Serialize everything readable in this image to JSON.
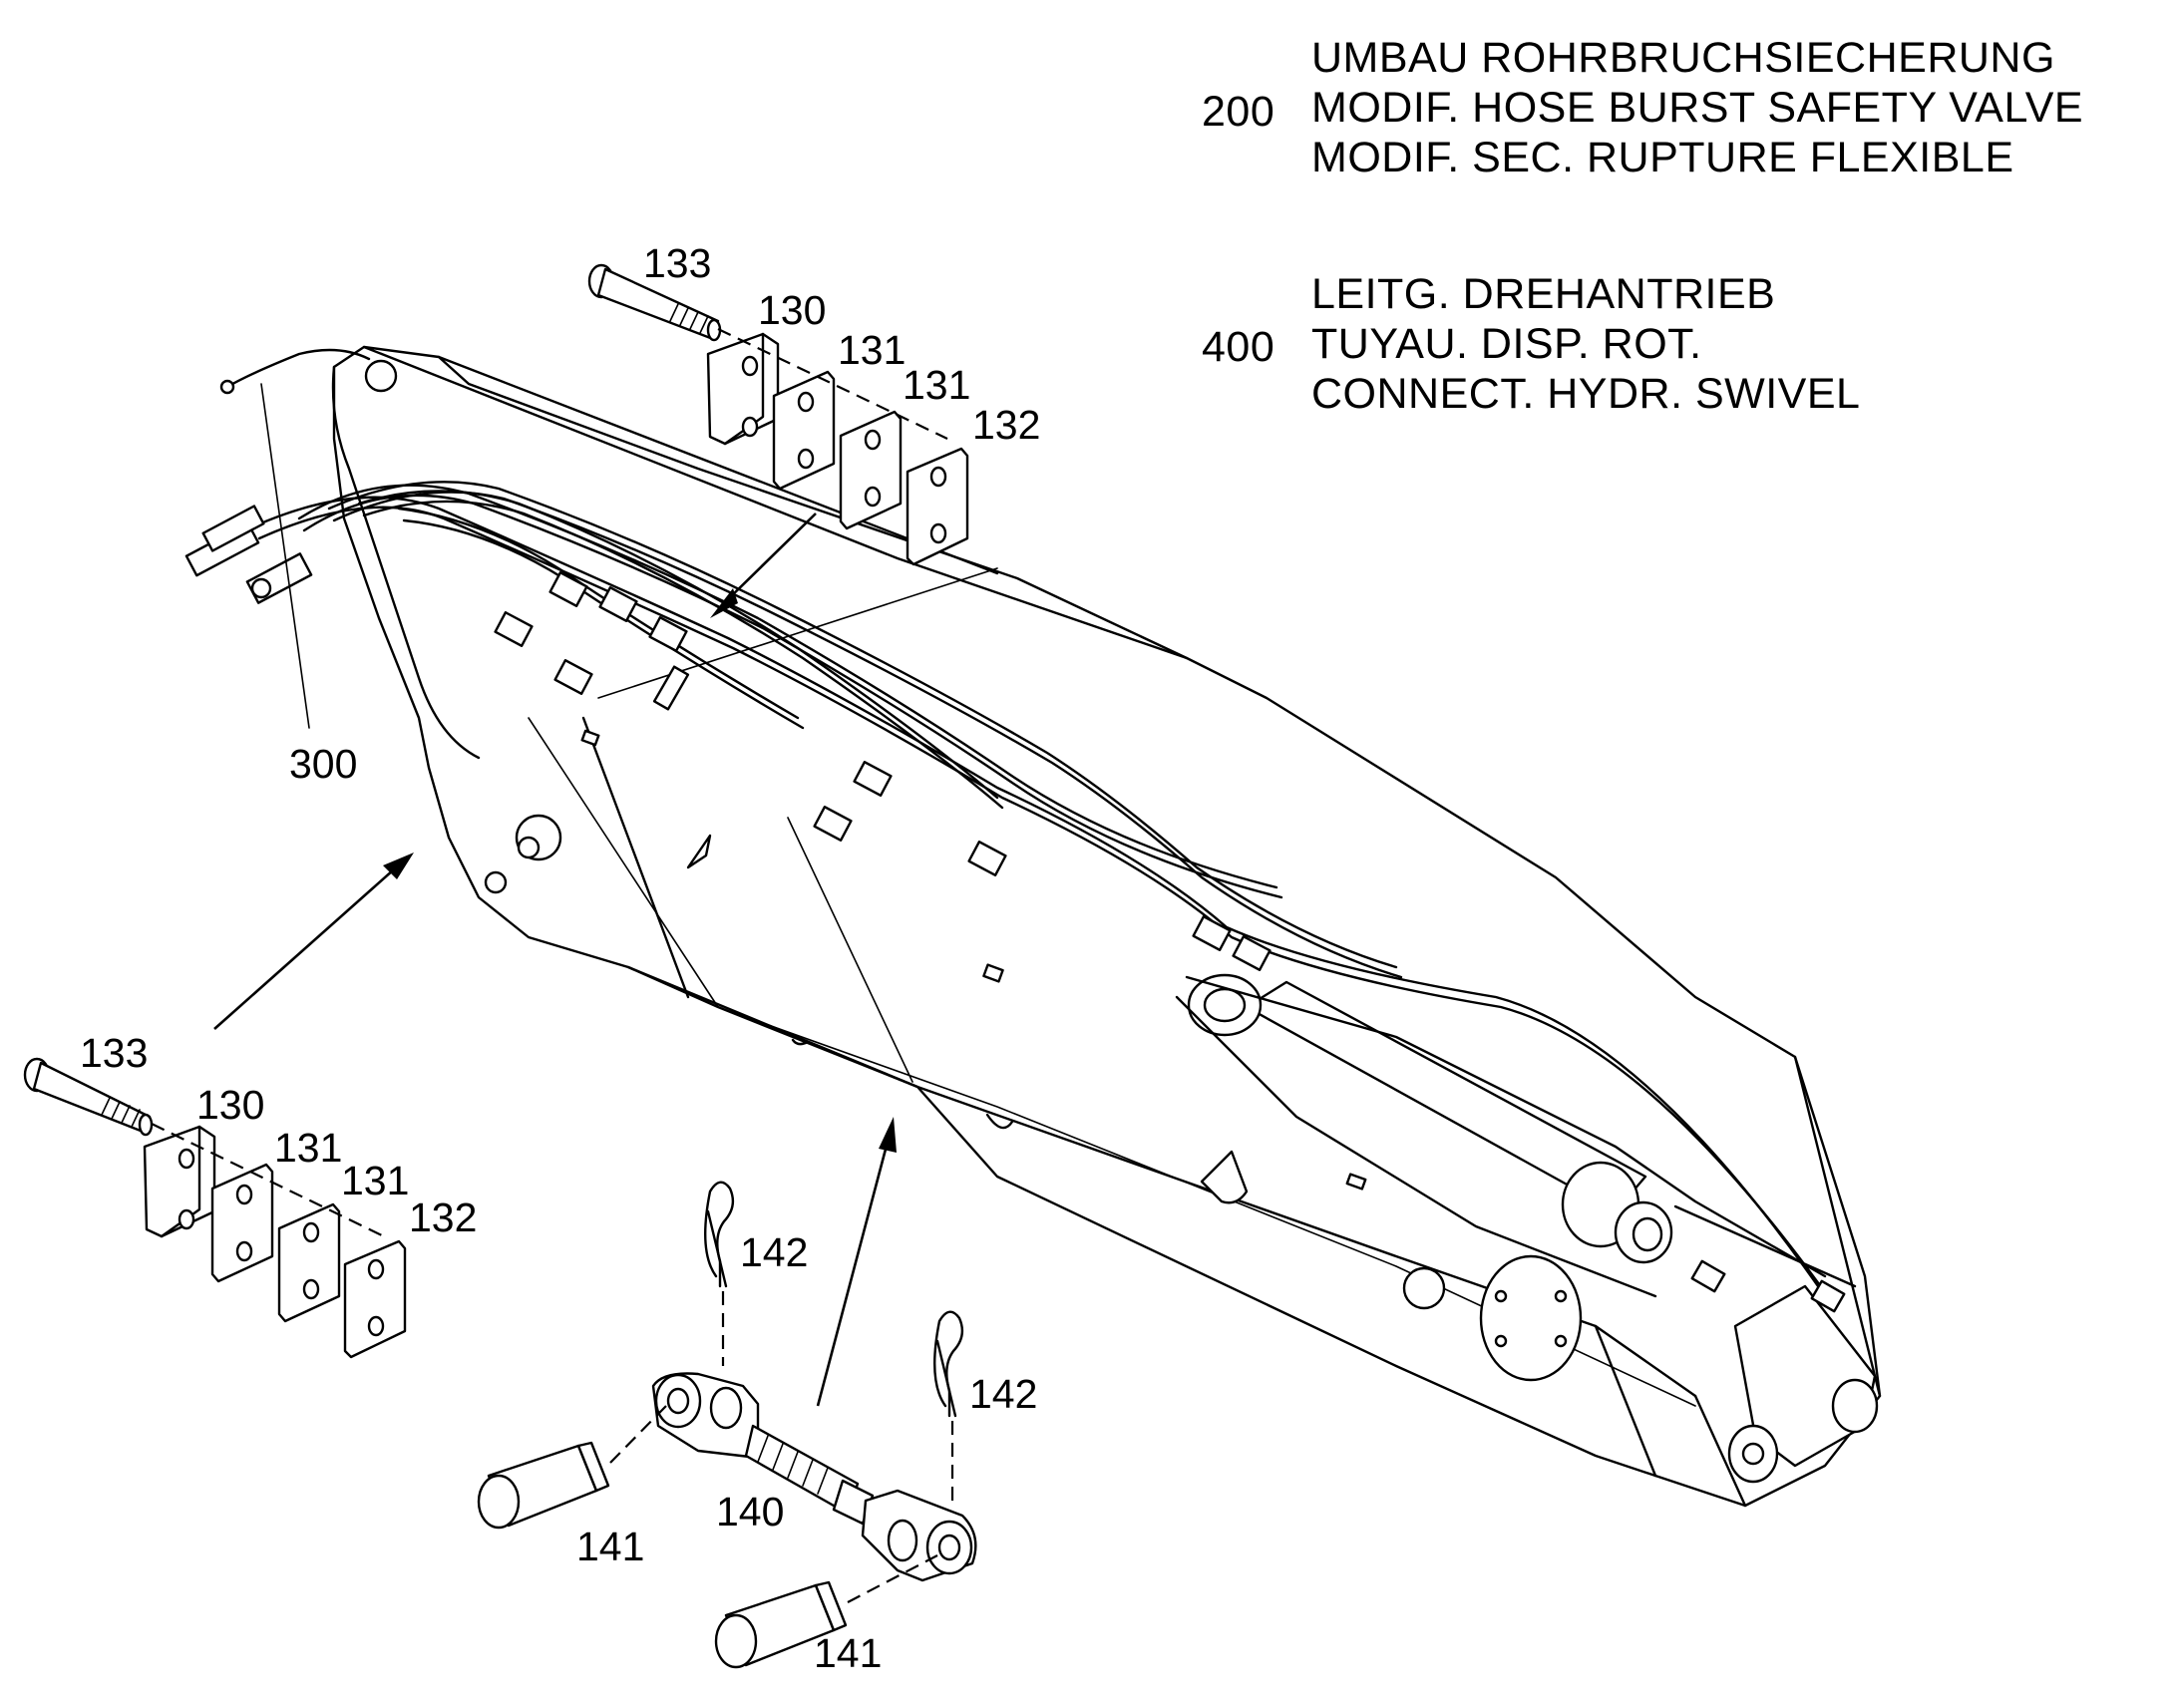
{
  "notes": [
    {
      "number": "200",
      "lines": [
        "UMBAU ROHRBRUCHSIECHERUNG",
        "MODIF. HOSE BURST SAFETY VALVE",
        "MODIF. SEC. RUPTURE FLEXIBLE"
      ]
    },
    {
      "number": "400",
      "lines": [
        "LEITG. DREHANTRIEB",
        "TUYAU. DISP. ROT.",
        "CONNECT. HYDR. SWIVEL"
      ]
    }
  ],
  "callouts": {
    "top_bolt": "133",
    "top_plate_a": "130",
    "top_plate_b": "131",
    "top_plate_c": "131",
    "top_plate_d": "132",
    "left_bolt": "133",
    "left_plate_a": "130",
    "left_plate_b": "131",
    "left_plate_c": "131",
    "left_plate_d": "132",
    "cable": "300",
    "pin_clip_left": "142",
    "pin_clip_right": "142",
    "turnbuckle": "140",
    "pin_left": "141",
    "pin_right": "141"
  }
}
